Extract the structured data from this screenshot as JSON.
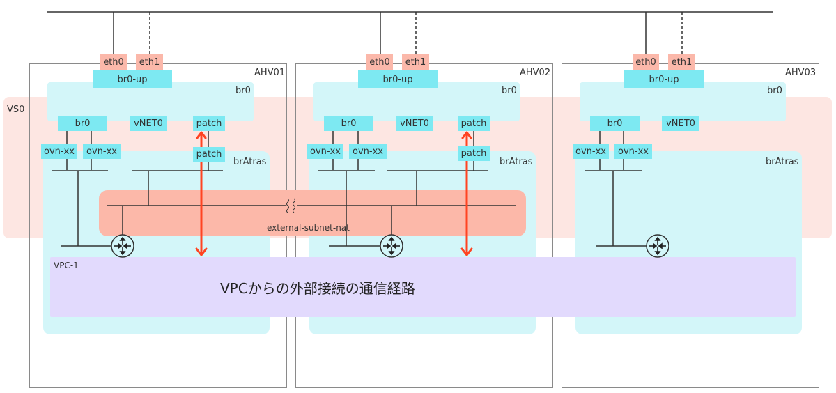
{
  "diagram": {
    "vs0_label": "VS0",
    "hosts": [
      {
        "name": "AHV01",
        "eth0": "eth0",
        "eth1": "eth1",
        "uplink": "br0-up",
        "bridge": "br0",
        "ports": {
          "br0": "br0",
          "vnet": "vNET0",
          "patch_upper": "patch",
          "patch_lower": "patch",
          "ovn1": "ovn-xx",
          "ovn2": "ovn-xx"
        },
        "bratras": "brAtras"
      },
      {
        "name": "AHV02",
        "eth0": "eth0",
        "eth1": "eth1",
        "uplink": "br0-up",
        "bridge": "br0",
        "ports": {
          "br0": "br0",
          "vnet": "vNET0",
          "patch_upper": "patch",
          "patch_lower": "patch",
          "ovn1": "ovn-xx",
          "ovn2": "ovn-xx"
        },
        "bratras": "brAtras"
      },
      {
        "name": "AHV03",
        "eth0": "eth0",
        "eth1": "eth1",
        "uplink": "br0-up",
        "bridge": "br0",
        "ports": {
          "br0": "br0",
          "vnet": "vNET0",
          "ovn1": "ovn-xx",
          "ovn2": "ovn-xx"
        },
        "bratras": "brAtras"
      }
    ],
    "external_subnet": "external-subnet-nat",
    "vpc_label": "VPC-1",
    "vpc_caption": "VPCからの外部接続の通信経路",
    "colors": {
      "vs0": "#fde6e2",
      "bridge_area": "#d3f6f9",
      "port": "#7de9f2",
      "eth": "#fbb8aa",
      "external_subnet": "#fcb8a9",
      "vpc": "#e2dafd",
      "path_arrow": "#ff4422",
      "line": "#333333"
    }
  }
}
